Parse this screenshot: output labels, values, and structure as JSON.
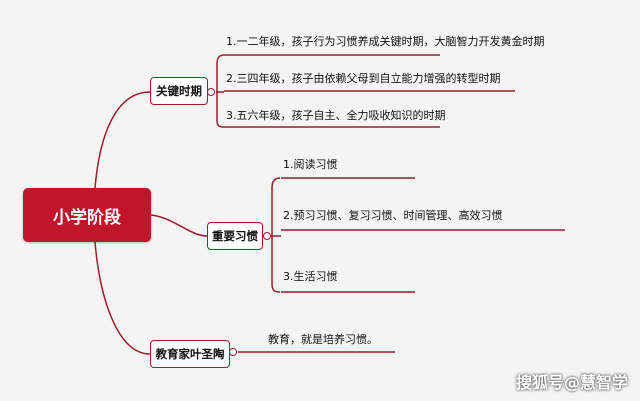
{
  "root": {
    "label": "小学阶段"
  },
  "branches": [
    {
      "label": "关键时期",
      "items": [
        "1.一二年级，孩子行为习惯养成关键时期，大脑智力开发黄金时期",
        "2.三四年级，孩子由依赖父母到自立能力增强的转型时期",
        "3.五六年级，孩子自主、全力吸收知识的时期"
      ]
    },
    {
      "label": "重要习惯",
      "items": [
        "1.阅读习惯",
        "2.预习习惯、复习习惯、时间管理、高效习惯",
        "3.生活习惯"
      ]
    },
    {
      "label": "教育家叶圣陶",
      "items": [
        "教育，就是培养习惯。"
      ]
    }
  ],
  "watermark": "搜狐号@慧智学",
  "colors": {
    "accent": "#c0152b",
    "line": "#9b1c2c",
    "background": "#f4f4f4"
  }
}
